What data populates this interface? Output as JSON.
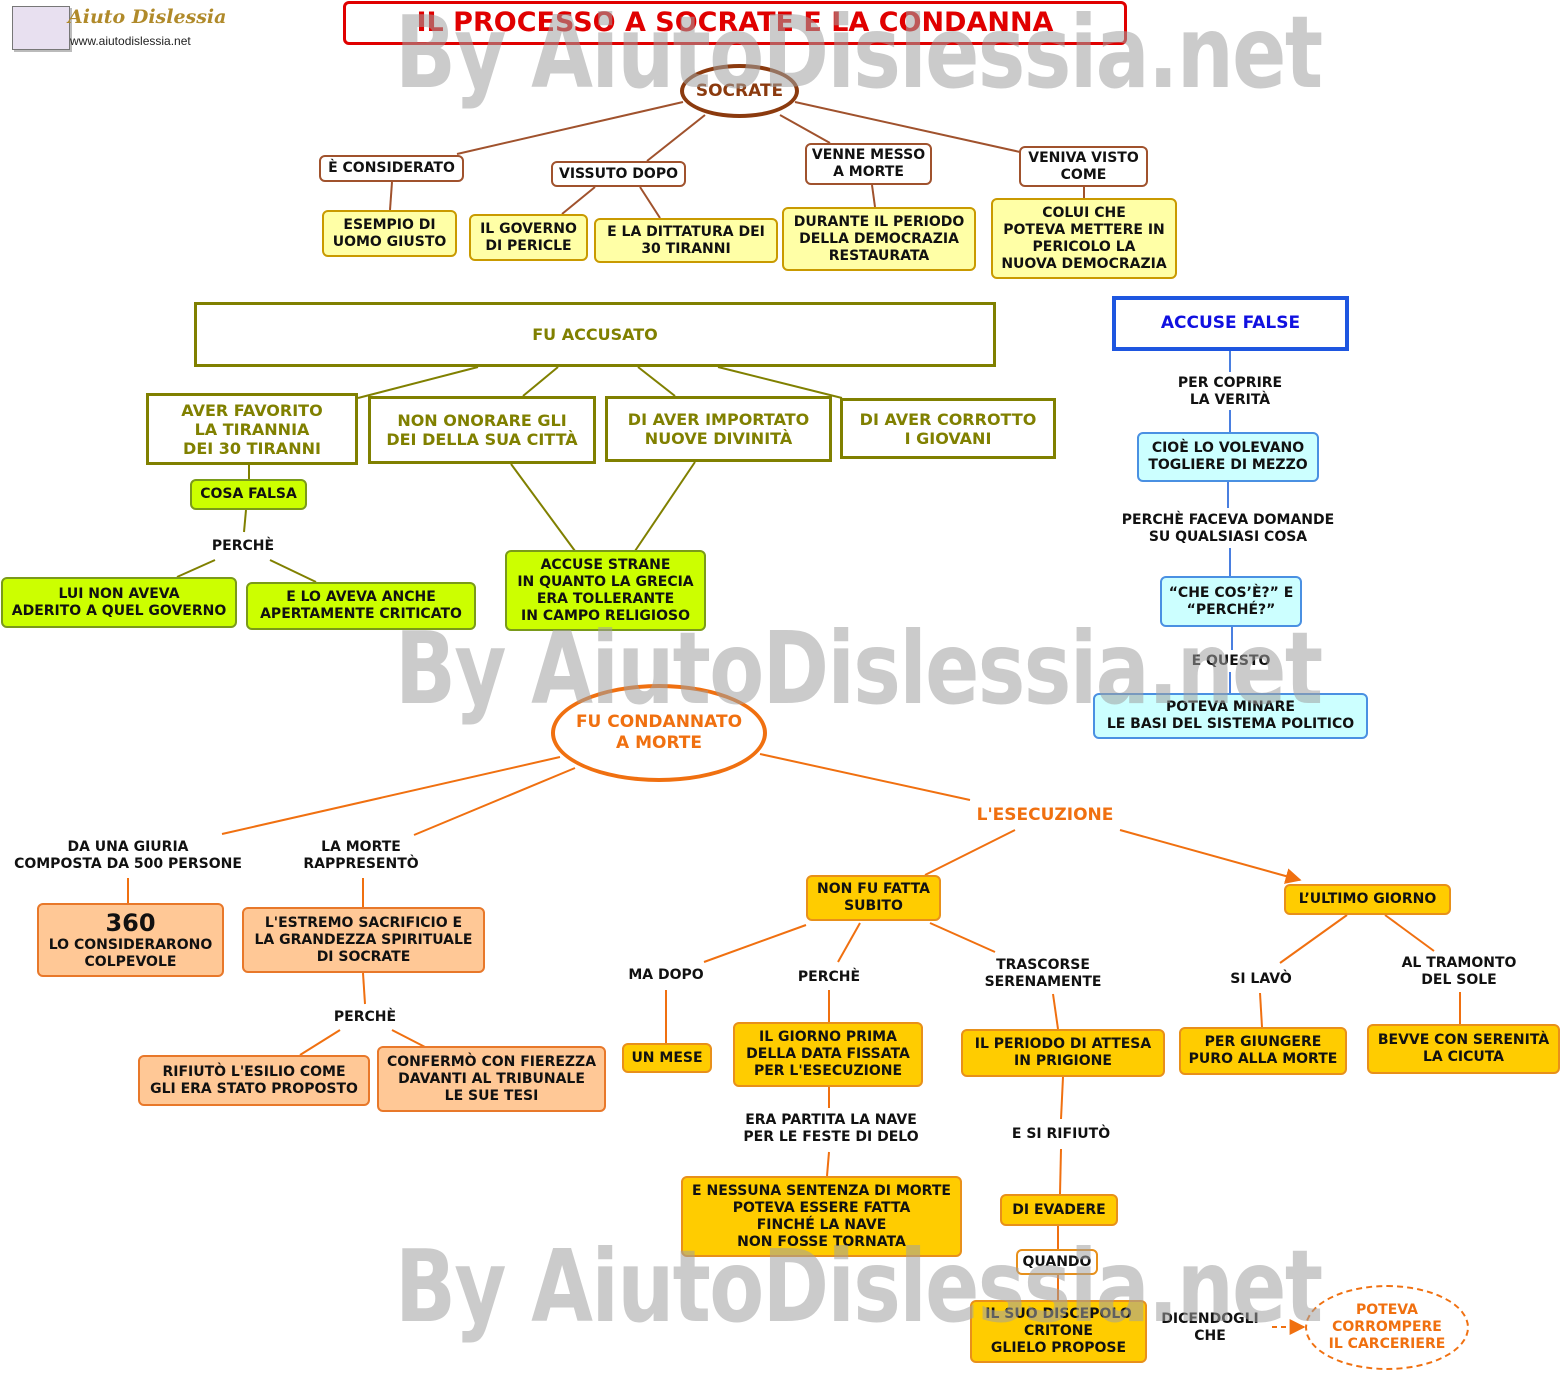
{
  "logo": {
    "name": "Aiuto Dislessia",
    "url": "www.aiutodislessia.net"
  },
  "title": "IL PROCESSO A SOCRATE E LA CONDANNA",
  "watermark": "By AiutoDislessia.net",
  "colors": {
    "title_red": "#e00000",
    "socrate_brown": "#8b3a0e",
    "accusato_olive": "#808000",
    "accuse_false_blue": "#1010e0",
    "condanna_orange": "#f07010"
  },
  "socrate": {
    "center": "SOCRATE",
    "branches": {
      "considerato": "È CONSIDERATO",
      "vissuto": "VISSUTO DOPO",
      "messo": "VENNE MESSO\nA MORTE",
      "visto": "VENIVA VISTO\nCOME"
    },
    "leaves": {
      "esempio": "ESEMPIO DI\nUOMO GIUSTO",
      "pericle": "IL GOVERNO\nDI PERICLE",
      "tiranni": "E LA DITTATURA DEI\n30 TIRANNI",
      "democrazia": "DURANTE IL PERIODO\nDELLA DEMOCRAZIA\nRESTAURATA",
      "colui": "COLUI CHE\nPOTEVA METTERE IN\nPERICOLO LA\nNUOVA DEMOCRAZIA"
    }
  },
  "accusato": {
    "header": "FU ACCUSATO",
    "charges": {
      "tirannia": "AVER FAVORITO\nLA TIRANNIA\nDEI 30 TIRANNI",
      "dei": "NON ONORARE GLI\nDEI DELLA SUA CITTÀ",
      "divinita": "DI AVER IMPORTATO\nNUOVE DIVINITÀ",
      "giovani": "DI AVER CORROTTO\nI GIOVANI"
    },
    "cosa_falsa": "COSA FALSA",
    "perche": "PERCHÈ",
    "aderito": "LUI NON AVEVA\nADERITO A QUEL GOVERNO",
    "criticato": "E LO AVEVA ANCHE\nAPERTAMENTE CRITICATO",
    "strane": "ACCUSE STRANE\nIN QUANTO LA GRECIA\nERA TOLLERANTE\nIN CAMPO RELIGIOSO"
  },
  "accuse_false": {
    "header": "ACCUSE FALSE",
    "coprire": "PER COPRIRE\nLA VERITÀ",
    "togliere": "CIOÈ LO VOLEVANO\nTOGLIERE DI MEZZO",
    "domande": "PERCHÈ FACEVA DOMANDE\nSU QUALSIASI COSA",
    "che_cose": "“CHE COS’È?” E\n“PERCHÉ?”",
    "questo": "E QUESTO",
    "minare": "POTEVA MINARE\nLE BASI DEL SISTEMA POLITICO"
  },
  "condanna": {
    "center": "FU CONDANNATO\nA MORTE",
    "giuria": "DA UNA GIURIA\nCOMPOSTA DA 500 PERSONE",
    "votes_number": "360",
    "votes_text": "LO CONSIDERARONO\nCOLPEVOLE",
    "rappresento": "LA MORTE\nRAPPRESENTÒ",
    "estremo": "L'ESTREMO SACRIFICIO E\nLA GRANDEZZA SPIRITUALE\nDI SOCRATE",
    "perche": "PERCHÈ",
    "esilio": "RIFIUTÒ L'ESILIO COME\nGLI ERA STATO PROPOSTO",
    "confermo": "CONFERMÒ CON FIEREZZA\nDAVANTI AL TRIBUNALE\nLE SUE TESI"
  },
  "esecuzione": {
    "header": "L'ESECUZIONE",
    "subito": "NON FU FATTA\nSUBITO",
    "ma_dopo": "MA DOPO",
    "un_mese": "UN MESE",
    "perche": "PERCHÈ",
    "giorno_prima": "IL GIORNO PRIMA\nDELLA DATA FISSATA\nPER L'ESECUZIONE",
    "nave": "ERA PARTITA LA NAVE\nPER LE FESTE DI DELO",
    "sentenza": "E NESSUNA SENTENZA DI MORTE\nPOTEVA ESSERE FATTA\nFINCHÉ LA NAVE\nNON FOSSE TORNATA",
    "trascorse": "TRASCORSE\nSERENAMENTE",
    "attesa": "IL PERIODO DI ATTESA\nIN PRIGIONE",
    "rifiuto": "E SI RIFIUTÒ",
    "evadere": "DI EVADERE",
    "quando": "QUANDO",
    "critone": "IL SUO  DISCEPOLO\nCRITONE\nGLIELO PROPOSE",
    "dicendogli": "DICENDOGLI\nCHE",
    "corrompere": "POTEVA\nCORROMPERE\nIL CARCERIERE",
    "ultimo": "L’ULTIMO GIORNO",
    "lavo": "SI LAVÒ",
    "puro": "PER GIUNGERE\nPURO ALLA MORTE",
    "tramonto": "AL TRAMONTO\nDEL SOLE",
    "cicuta": "BEVVE CON SERENITÀ\nLA CICUTA"
  }
}
